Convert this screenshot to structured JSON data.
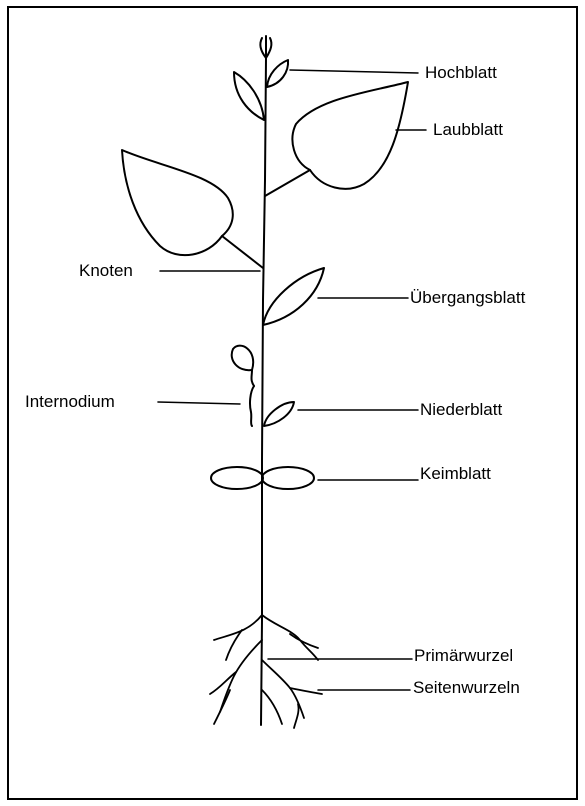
{
  "labels": {
    "hochblatt": "Hochblatt",
    "laubblatt": "Laubblatt",
    "knoten": "Knoten",
    "uebergangsblatt": "Übergangsblatt",
    "internodium": "Internodium",
    "niederblatt": "Niederblatt",
    "keimblatt": "Keimblatt",
    "primaerwurzel": "Primärwurzel",
    "seitenwurzeln": "Seitenwurzeln"
  },
  "colors": {
    "ink": "#000000",
    "background": "#ffffff"
  }
}
